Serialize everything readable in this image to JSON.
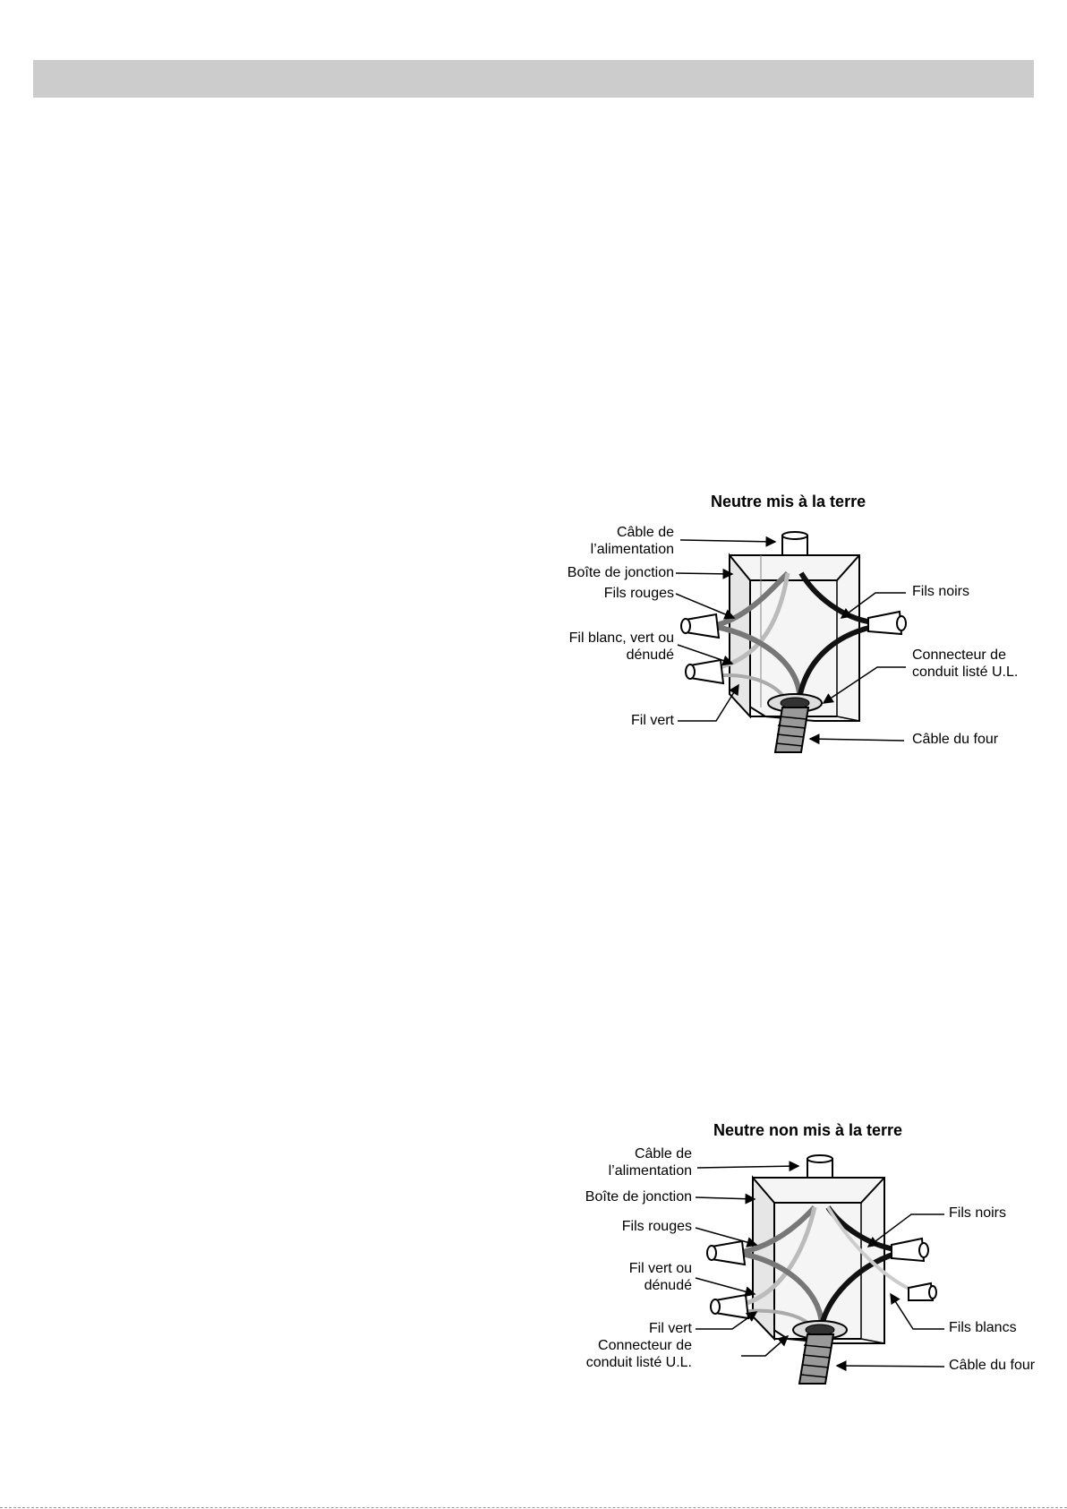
{
  "header": {
    "fill": "#cccccc"
  },
  "figure_grounded": {
    "title": "Neutre mis à la terre",
    "labels": {
      "supply_cable": [
        "Câble de",
        "l’alimentation"
      ],
      "junction_box": "Boîte de jonction",
      "red_wires": "Fils rouges",
      "white_green_bare": [
        "Fil blanc, vert ou",
        "dénudé"
      ],
      "green_wire": "Fil vert",
      "black_wires": "Fils noirs",
      "ul_connector": [
        "Connecteur de",
        "conduit listé U.L."
      ],
      "oven_cable": "Câble du four"
    }
  },
  "figure_ungrounded": {
    "title": "Neutre non mis à la terre",
    "labels": {
      "supply_cable": [
        "Câble de",
        "l’alimentation"
      ],
      "junction_box": "Boîte de jonction",
      "red_wires": "Fils rouges",
      "green_or_bare": [
        "Fil vert ou",
        "dénudé"
      ],
      "green_wire": "Fil vert",
      "ul_connector": [
        "Connecteur de",
        "conduit listé U.L."
      ],
      "black_wires": "Fils noirs",
      "white_wires": "Fils blancs",
      "oven_cable": "Câble du four"
    }
  }
}
